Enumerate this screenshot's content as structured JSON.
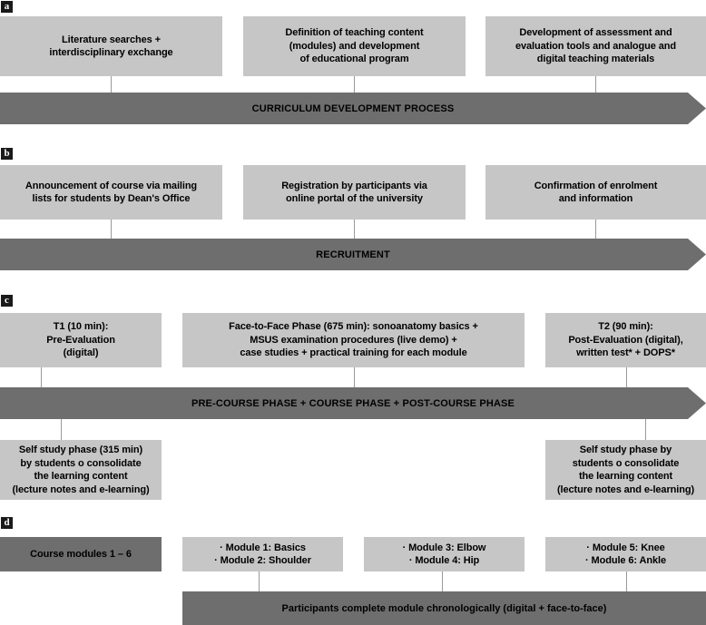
{
  "figure": {
    "title": "Curriculum development, recruitment, course phases and modules flowchart",
    "colors": {
      "light_box": "#c6c6c6",
      "dark_band": "#6e6e6e",
      "badge_bg": "#1a1a1a",
      "connector": "#9a9a9a",
      "text": "#000000"
    }
  },
  "sections": {
    "a": {
      "label": "a",
      "boxes": [
        {
          "text": "Literature searches +\ninterdisciplinary exchange"
        },
        {
          "text": "Definition of teaching content\n(modules) and development\nof educational program"
        },
        {
          "text": "Development of assessment and\nevaluation tools and analogue and\ndigital teaching materials"
        }
      ],
      "band_label": "CURRICULUM DEVELOPMENT PROCESS"
    },
    "b": {
      "label": "b",
      "boxes": [
        {
          "text": "Announcement of course via mailing\nlists for students by Dean's Office"
        },
        {
          "text": "Registration by participants via\nonline portal of the university"
        },
        {
          "text": "Confirmation of enrolment\nand information"
        }
      ],
      "band_label": "RECRUITMENT"
    },
    "c": {
      "label": "c",
      "boxes": [
        {
          "text": "T1 (10 min):\nPre-Evaluation\n(digital)"
        },
        {
          "text": "Face-to-Face Phase (675 min): sonoanatomy basics +\nMSUS examination procedures (live demo) +\ncase studies + practical training for each module"
        },
        {
          "text": "T2 (90 min):\nPost-Evaluation (digital),\nwritten test* + DOPS*"
        }
      ],
      "band_label": "PRE-COURSE PHASE + COURSE PHASE + POST-COURSE PHASE",
      "self_study": [
        {
          "text": "Self study phase (315 min)\nby students o consolidate\nthe learning content\n(lecture notes and e-learning)"
        },
        {
          "text": "Self study phase by\nstudents o consolidate\nthe learning content\n(lecture notes and e-learning)"
        }
      ]
    },
    "d": {
      "label": "d",
      "course_modules_box": "Course modules 1 – 6",
      "module_boxes": [
        {
          "text": "· Module 1: Basics\n· Module 2: Shoulder"
        },
        {
          "text": "· Module 3: Elbow\n· Module 4: Hip"
        },
        {
          "text": "· Module 5: Knee\n· Module 6: Ankle"
        }
      ],
      "bottom_bar_label": "Participants complete module chronologically (digital + face-to-face)"
    }
  }
}
